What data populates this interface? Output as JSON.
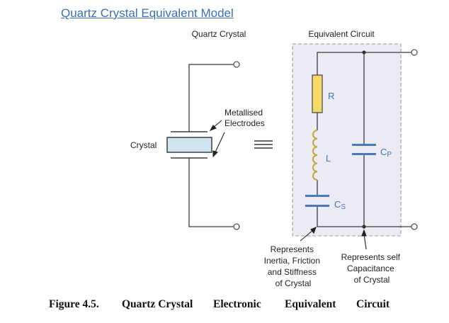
{
  "title": "Quartz Crystal Equivalent Model",
  "labels": {
    "quartz_crystal_heading": "Quartz Crystal",
    "equivalent_circuit_heading": "Equivalent Circuit",
    "crystal": "Crystal",
    "electrodes_line1": "Metallised",
    "electrodes_line2": "Electrodes",
    "r": "R",
    "l": "L",
    "cs_main": "C",
    "cs_sub": "S",
    "cp_main": "C",
    "cp_sub": "P",
    "note_series": [
      "Represents",
      "Inertia, Friction",
      "and Stiffness",
      "of Crystal"
    ],
    "note_parallel": [
      "Represents self",
      "Capacitance",
      "of Crystal"
    ]
  },
  "caption": {
    "figure": "Figure 4.5.",
    "word1": "Quartz Crystal",
    "word2": "Electronic",
    "word3": "Equivalent",
    "word4": "Circuit"
  },
  "colors": {
    "wire": "#3a3a3a",
    "resistor_fill": "#f6d86a",
    "crystal_fill": "#cfe6f0",
    "capacitor_plate": "#4a7ab8",
    "inductor": "#c9a43a",
    "box_fill": "#ecebf4",
    "label_blue": "#4a72b8",
    "title_blue": "#3a6fb0"
  }
}
